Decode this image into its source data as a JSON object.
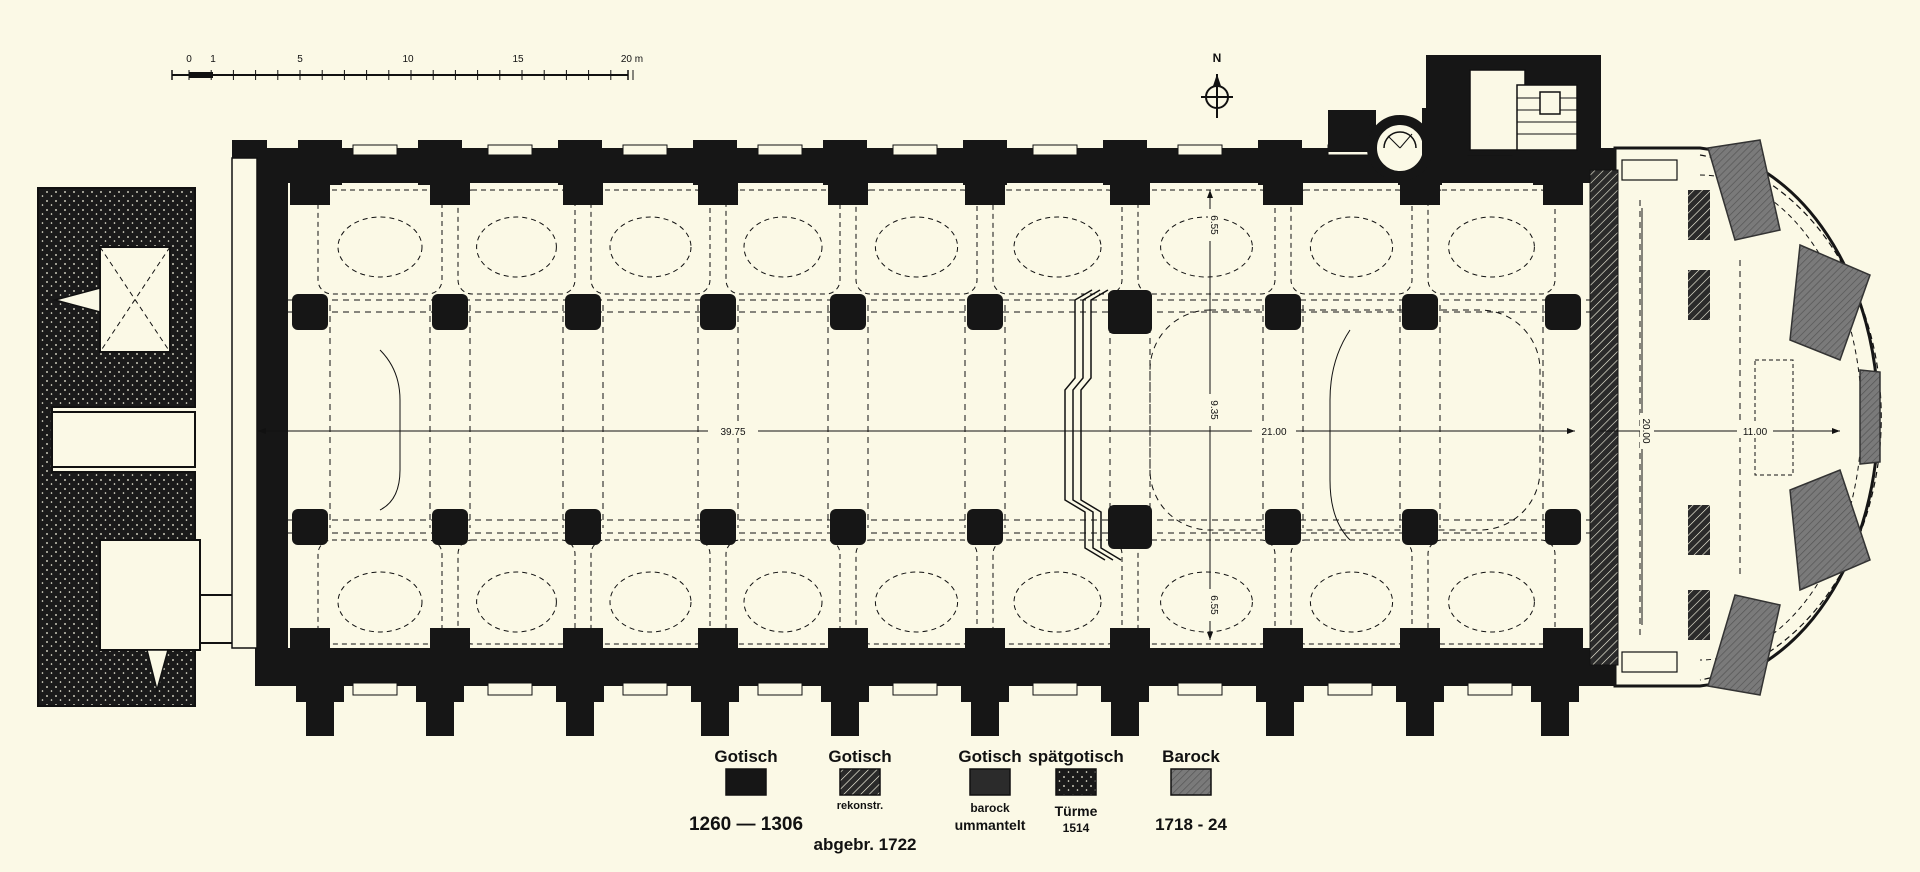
{
  "scale": {
    "ticks": [
      "0",
      "1",
      "5",
      "10",
      "15",
      "20 m"
    ]
  },
  "north": {
    "label": "N"
  },
  "dimensions": {
    "total_length": "39.75",
    "nave_length": "21.00",
    "choir_width": "20.00",
    "apse_depth": "11.00",
    "aisle_north": "6.55",
    "nave_width": "9.35",
    "aisle_south": "6.55"
  },
  "legend": [
    {
      "title": "Gotisch",
      "sub1": "1260 — 1306",
      "sub2": "",
      "pattern": "solid",
      "color": "#161616"
    },
    {
      "title": "Gotisch",
      "sub1": "rekonstr.",
      "sub2": "abgebr. 1722",
      "pattern": "hatch",
      "color": "#222222"
    },
    {
      "title": "Gotisch",
      "sub1": "barock",
      "sub2": "ummantelt",
      "pattern": "solid-dark",
      "color": "#2b2b2b"
    },
    {
      "title": "spätgotisch",
      "sub1": "Türme",
      "sub2": "1514",
      "pattern": "dots",
      "color": "#3a3a3a"
    },
    {
      "title": "Barock",
      "sub1": "1718 - 24",
      "sub2": "",
      "pattern": "hatch-light",
      "color": "#6e6e6e"
    }
  ],
  "colors": {
    "paper": "#fbf9e6",
    "ink": "#161616",
    "baroque": "#707070"
  }
}
